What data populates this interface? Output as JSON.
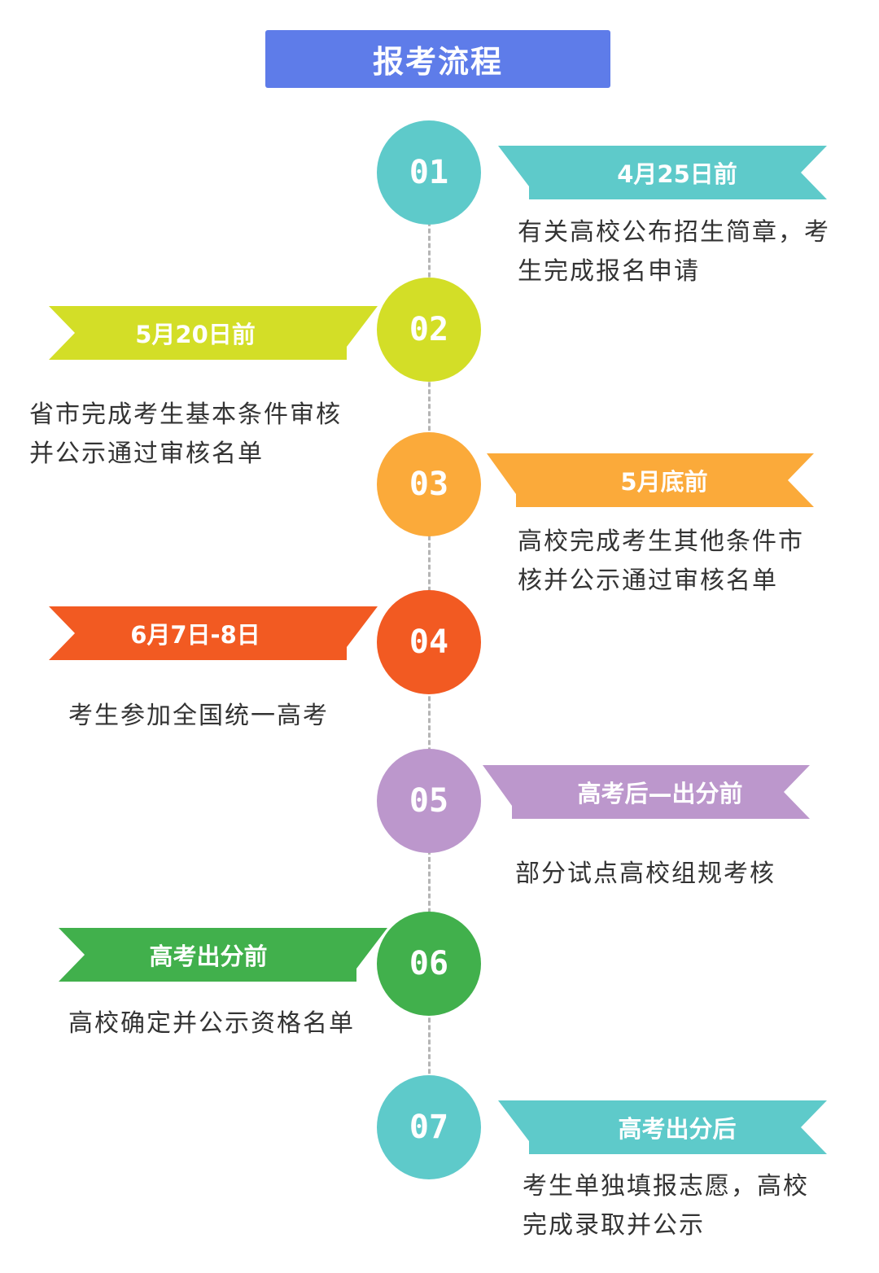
{
  "title": "报考流程",
  "colors": {
    "title_bg": "#5E7CE9",
    "teal": "#5ECACA",
    "lime": "#D3DE27",
    "orange": "#FBAA3A",
    "red": "#F25A22",
    "purple": "#BC97CC",
    "green": "#41B04C"
  },
  "steps": [
    {
      "num": "01",
      "date": "4月25日前",
      "lines": [
        "有关高校公布招生简章，考",
        "生完成报名申请"
      ]
    },
    {
      "num": "02",
      "date": "5月20日前",
      "lines": [
        "省市完成考生基本条件审核",
        "并公示通过审核名单"
      ]
    },
    {
      "num": "03",
      "date": "5月底前",
      "lines": [
        "高校完成考生其他条件市",
        "核并公示通过审核名单"
      ]
    },
    {
      "num": "04",
      "date": "6月7日-8日",
      "lines": [
        "考生参加全国统一高考"
      ]
    },
    {
      "num": "05",
      "date": "高考后—出分前",
      "lines": [
        "部分试点高校组规考核"
      ]
    },
    {
      "num": "06",
      "date": "高考出分前",
      "lines": [
        "高校确定并公示资格名单"
      ]
    },
    {
      "num": "07",
      "date": "高考出分后",
      "lines": [
        "考生单独填报志愿，高校",
        "完成录取并公示"
      ]
    }
  ]
}
